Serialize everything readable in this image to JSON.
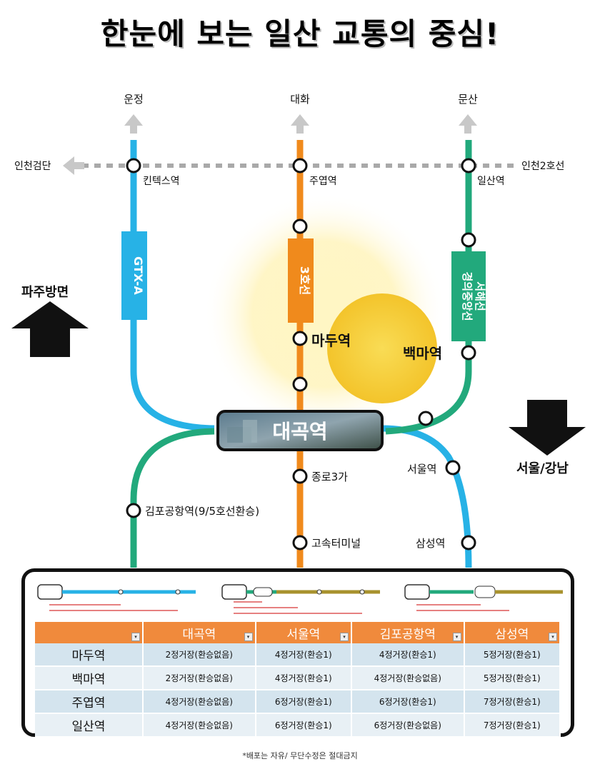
{
  "title": "한눈에 보는 일산 교통의 중심!",
  "directions": {
    "unjeong": "운정",
    "daehwa": "대화",
    "munsan": "문산",
    "incheon_geomdan": "인천검단",
    "incheon_line2": "인천2호선",
    "paju": "파주방면",
    "seoul_gangnam": "서울/강남"
  },
  "lines": {
    "gtx": "GTX-A",
    "line3": "3호선",
    "gyeongui_1": "경의중앙선",
    "gyeongui_2": "서해선"
  },
  "stations": {
    "kintex": "킨텍스역",
    "juyeop": "주엽역",
    "ilsan": "일산역",
    "madu": "마두역",
    "baekma": "백마역",
    "daegok": "대곡역",
    "jongno3": "종로3가",
    "seoul": "서울역",
    "gimpo": "김포공항역(9/5호선환승)",
    "express": "고속터미널",
    "samseong": "삼성역"
  },
  "table": {
    "headers": [
      "대곡역",
      "서울역",
      "김포공항역",
      "삼성역"
    ],
    "rows": [
      {
        "station": "마두역",
        "cells": [
          "2정거장(환승없음)",
          "4정거장(환승1)",
          "4정거장(환승1)",
          "5정거장(환승1)"
        ]
      },
      {
        "station": "백마역",
        "cells": [
          "2정거장(환승없음)",
          "4정거장(환승1)",
          "4정거장(환승없음)",
          "5정거장(환승1)"
        ]
      },
      {
        "station": "주엽역",
        "cells": [
          "4정거장(환승없음)",
          "6정거장(환승1)",
          "6정거장(환승1)",
          "7정거장(환승1)"
        ]
      },
      {
        "station": "일산역",
        "cells": [
          "4정거장(환승없음)",
          "6정거장(환승1)",
          "6정거장(환승없음)",
          "7정거장(환승1)"
        ]
      }
    ]
  },
  "footer": "*배포는 자유/ 무단수정은 절대금지",
  "colors": {
    "gtx": "#27b2e6",
    "line3": "#f08a1c",
    "gyeongui": "#22a97c",
    "sun": "#f7d23e"
  }
}
